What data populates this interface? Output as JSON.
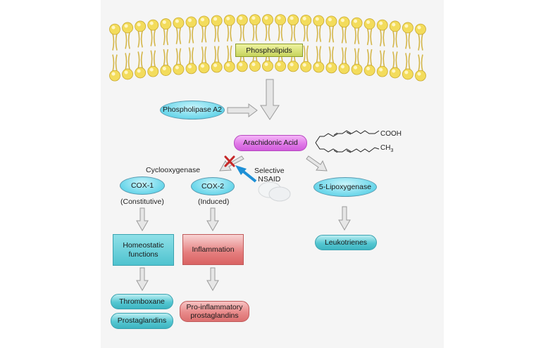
{
  "membrane_label": "Phospholipids",
  "nodes": {
    "phospholipase": "Phospholipase A2",
    "arachidonic": "Arachidonic Acid",
    "cooh": "COOH",
    "ch3": "CH",
    "ch3_sub": "3",
    "cyclooxygenase": "Cyclooxygenase",
    "cox1": "COX-1",
    "cox2": "COX-2",
    "constitutive": "(Constitutive)",
    "induced": "(Induced)",
    "nsaid_line1": "Selective",
    "nsaid_line2": "NSAID",
    "lipoxygenase": "5-Lipoxygenase",
    "homeostatic_line1": "Homeostatic",
    "homeostatic_line2": "functions",
    "inflammation": "Inflammation",
    "leukotrienes": "Leukotrienes",
    "thromboxane": "Thromboxane",
    "prostaglandins": "Prostaglandins",
    "proinflam_line1": "Pro-inflammatory",
    "proinflam_line2": "prostaglandins"
  },
  "colors": {
    "lipid_head": "#f3dc5c",
    "lipid_tail": "#d4b64a",
    "arrow_fill": "#e6e6e6",
    "arrow_stroke": "#9a9a9a",
    "inhibitor_arrow": "#1e90d6",
    "block_x": "#c62828"
  }
}
